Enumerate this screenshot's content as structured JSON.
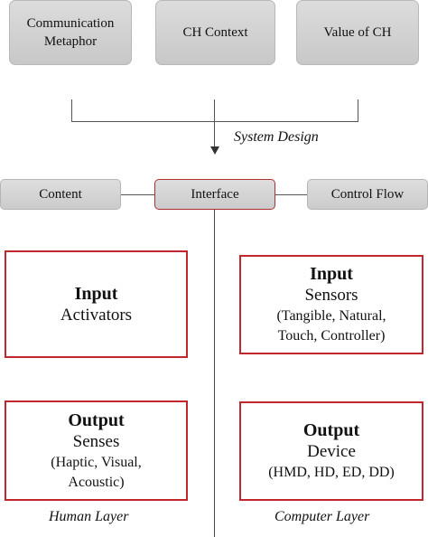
{
  "top": {
    "communication_metaphor": [
      "Communication",
      "Metaphor"
    ],
    "ch_context": "CH Context",
    "value_of_ch": "Value of CH"
  },
  "system_design_label": "System Design",
  "middle": {
    "content": "Content",
    "interface": "Interface",
    "control_flow": "Control Flow"
  },
  "human": {
    "input": {
      "head": "Input",
      "sub": "Activators"
    },
    "output": {
      "head": "Output",
      "sub": "Senses",
      "details": [
        "(Haptic, Visual,",
        "Acoustic)"
      ]
    },
    "layer_label": "Human Layer"
  },
  "computer": {
    "input": {
      "head": "Input",
      "sub": "Sensors",
      "details": [
        "(Tangible, Natural,",
        "Touch, Controller)"
      ]
    },
    "output": {
      "head": "Output",
      "sub": "Device",
      "details": [
        "(HMD, HD, ED, DD)"
      ]
    },
    "layer_label": "Computer Layer"
  },
  "colors": {
    "accent_red": "#c0282e",
    "box_gray": "#d2d2d2"
  }
}
